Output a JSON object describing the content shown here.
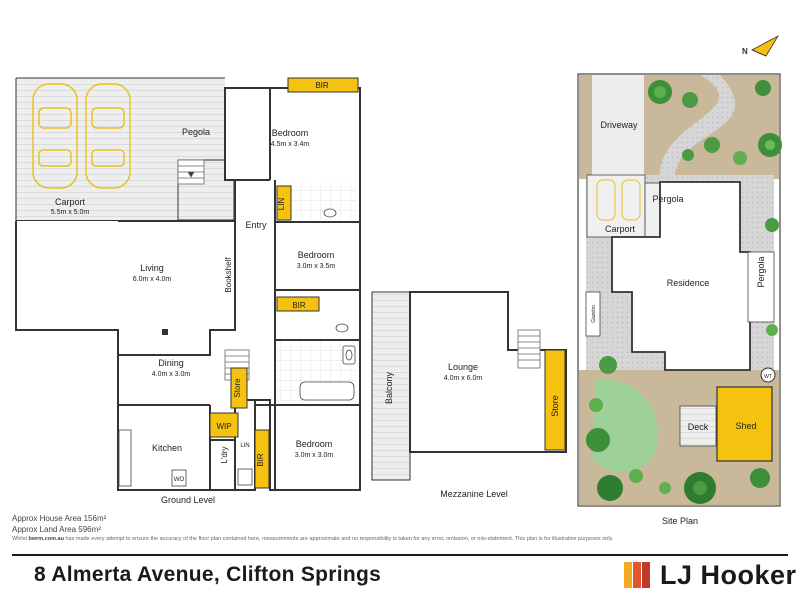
{
  "colors": {
    "wall": "#333333",
    "built_in": "#f5c210",
    "accent_line": "#e8c21f",
    "paving": "#d4d4d4",
    "lawn": "#9ed19a",
    "tree": "#3d8f3a",
    "deck": "#e6e6e6"
  },
  "north_indicator": {
    "letter": "N"
  },
  "ground_level": {
    "label": "Ground Level",
    "rooms": {
      "carport": {
        "name": "Carport",
        "size": "5.5m x 5.0m"
      },
      "pegola": {
        "name": "Pegola"
      },
      "bedroom1": {
        "name": "Bedroom",
        "size": "4.5m x 3.4m"
      },
      "bir1": "BIR",
      "entry": "Entry",
      "lin1": "LIN",
      "bedroom2": {
        "name": "Bedroom",
        "size": "3.0m x 3.5m"
      },
      "bookshelf": "Bookshelf",
      "living": {
        "name": "Living",
        "size": "6.0m x 4.0m"
      },
      "bir2": "BIR",
      "dining": {
        "name": "Dining",
        "size": "4.0m x 3.0m"
      },
      "store": "Store",
      "wip": "WIP",
      "lin2": "LIN",
      "kitchen": "Kitchen",
      "wo": "WO",
      "ldry": "L'dry",
      "bir3": "BIR",
      "bedroom3": {
        "name": "Bedroom",
        "size": "3.0m x 3.0m"
      }
    }
  },
  "mezzanine_level": {
    "label": "Mezzanine Level",
    "rooms": {
      "balcony": "Balcony",
      "lounge": {
        "name": "Lounge",
        "size": "4.0m x 6.0m"
      },
      "store": "Store"
    }
  },
  "site_plan": {
    "label": "Site Plan",
    "areas": {
      "driveway": "Driveway",
      "carport": "Carport",
      "pergola": "Pergola",
      "residence": "Residence",
      "pergola_side": "Pergola",
      "gazebo": "Gazebo",
      "wt": "WT",
      "deck": "Deck",
      "shed": "Shed"
    }
  },
  "notes": {
    "house_area": "Approx House Area 156m²",
    "land_area": "Approx Land Area 596m²",
    "disclaimer_lead": "Whilst ",
    "disclaimer_site": "bwrm.com.au",
    "disclaimer": " has made every attempt to ensure the accuracy of the floor plan contained here, measurements are approximate and no responsibility is taken for any error, omission, or mis-statement. This plan is for illustrative purposes only."
  },
  "footer": {
    "address": "8 Almerta Avenue, Clifton Springs",
    "brand": "LJ Hooker",
    "logo_colors": [
      "#f7a823",
      "#e4572e",
      "#c0392b"
    ]
  }
}
